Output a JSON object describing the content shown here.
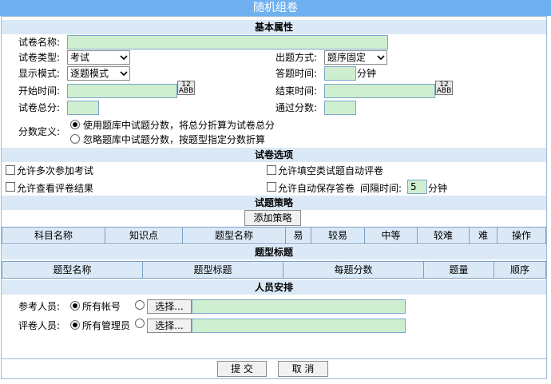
{
  "title": "随机组卷",
  "sections": {
    "basic": "基本属性",
    "options": "试卷选项",
    "strategy": "试题策略",
    "qtype_title": "题型标题",
    "people": "人员安排"
  },
  "basic": {
    "name_label": "试卷名称:",
    "type_label": "试卷类型:",
    "type_value": "考试",
    "method_label": "出题方式:",
    "method_value": "题序固定",
    "display_label": "显示模式:",
    "display_value": "逐题模式",
    "answer_time_label": "答题时间:",
    "minute_unit": "分钟",
    "start_label": "开始时间:",
    "end_label": "结束时间:",
    "total_label": "试卷总分:",
    "pass_label": "通过分数:",
    "score_def_label": "分数定义:",
    "score_opt1": "使用题库中试题分数，将总分折算为试卷总分",
    "score_opt2": "忽略题库中试题分数，按题型指定分数折算",
    "cal_top": "12",
    "cal_bottom": "ABB"
  },
  "options": {
    "multi_attempt": "允许多次参加考试",
    "auto_grade_fill": "允许填空类试题自动评卷",
    "view_result": "允许查看评卷结果",
    "auto_save": "允许自动保存答卷",
    "interval_label": "间隔时间:",
    "interval_value": "5",
    "interval_unit": "分钟"
  },
  "strategy": {
    "add_button": "添加策略",
    "columns": [
      "科目名称",
      "知识点",
      "题型名称",
      "易",
      "较易",
      "中等",
      "较难",
      "难",
      "操作"
    ]
  },
  "qtype": {
    "columns": [
      "题型名称",
      "题型标题",
      "每题分数",
      "题量",
      "顺序"
    ]
  },
  "people": {
    "participants_label": "参考人员:",
    "participants_all": "所有帐号",
    "graders_label": "评卷人员:",
    "graders_all": "所有管理员",
    "select_button": "选择..."
  },
  "footer": {
    "submit": "提 交",
    "cancel": "取 消"
  }
}
